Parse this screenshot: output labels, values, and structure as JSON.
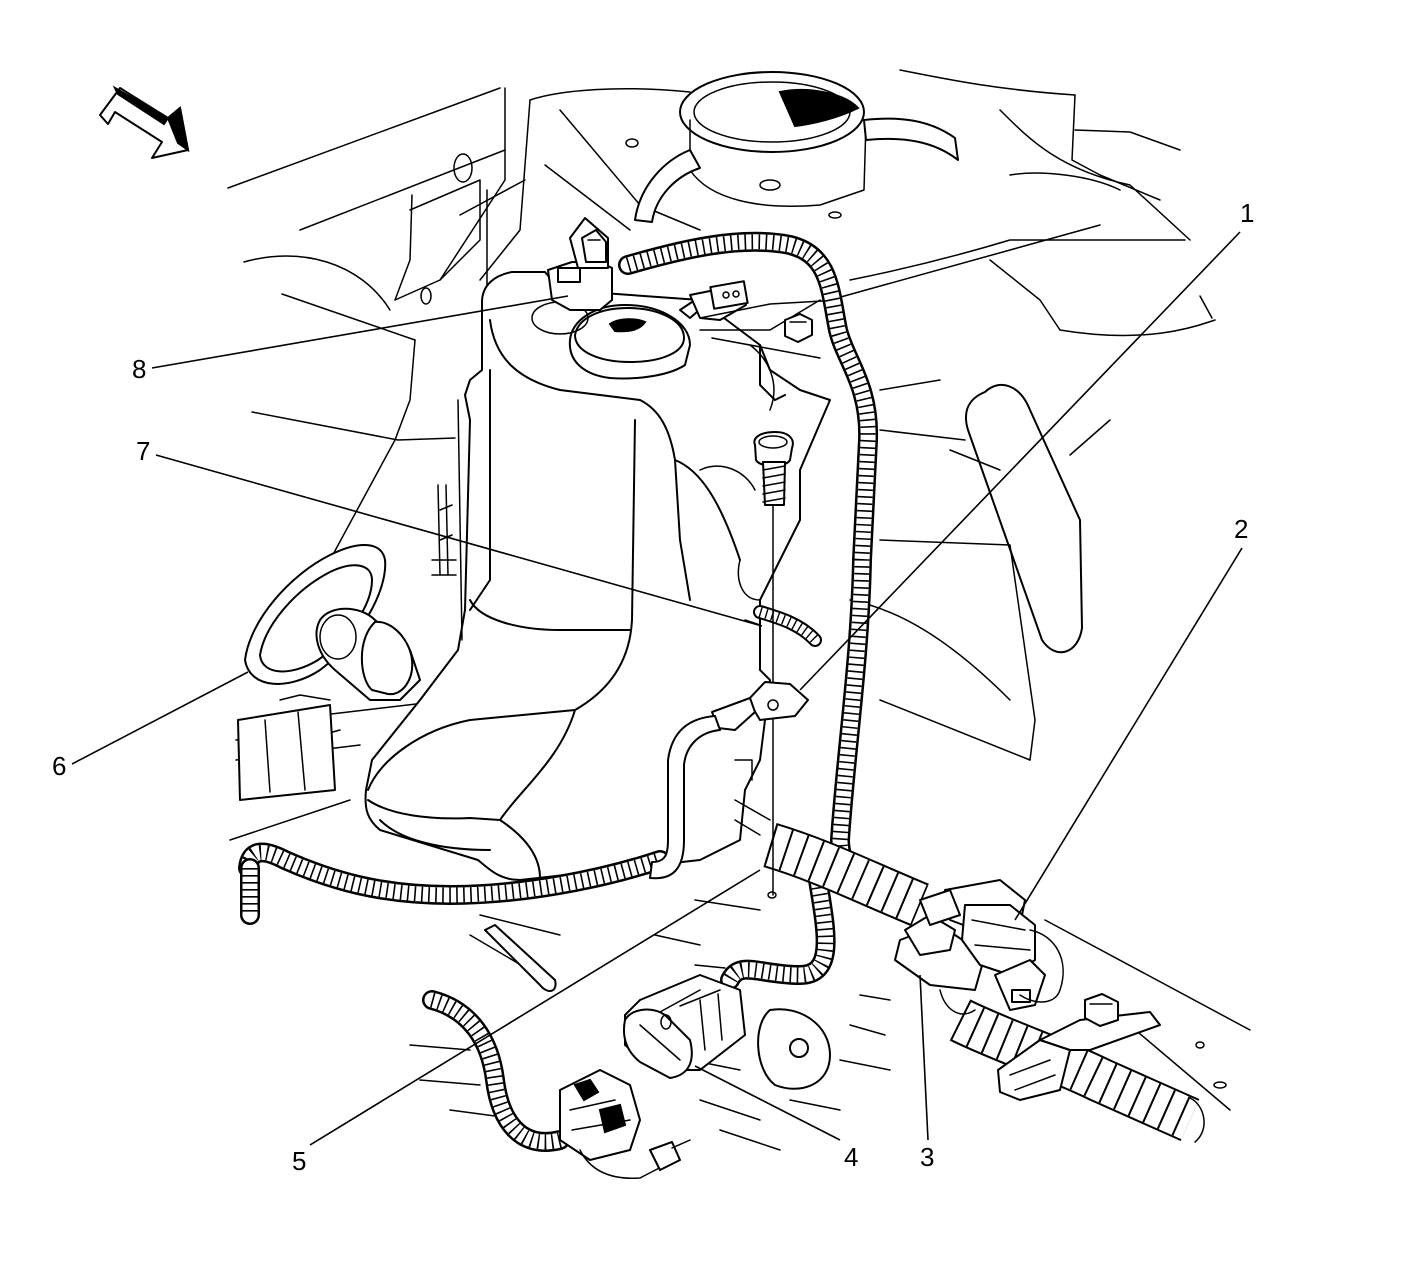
{
  "diagram": {
    "callouts": [
      {
        "id": "1",
        "label": "1"
      },
      {
        "id": "2",
        "label": "2"
      },
      {
        "id": "3",
        "label": "3"
      },
      {
        "id": "4",
        "label": "4"
      },
      {
        "id": "5",
        "label": "5"
      },
      {
        "id": "6",
        "label": "6"
      },
      {
        "id": "7",
        "label": "7"
      },
      {
        "id": "8",
        "label": "8"
      }
    ],
    "direction_indicator": "arrow-icon",
    "line_color": "#000000",
    "background_color": "#ffffff"
  }
}
